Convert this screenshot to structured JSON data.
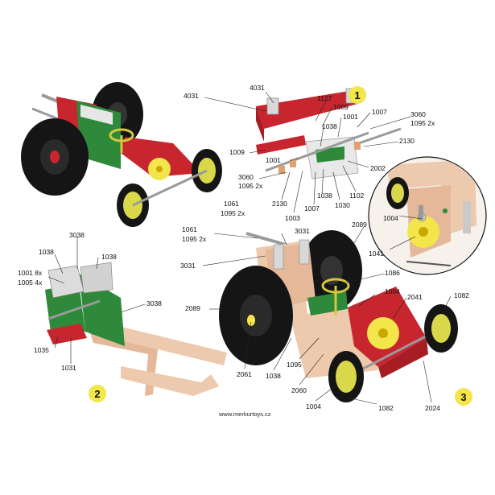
{
  "website": "www.merkurtoys.cz",
  "steps": [
    {
      "number": "1",
      "labels": [
        "4031",
        "4031",
        "1127",
        "1009",
        "1007",
        "1001",
        "1038",
        "3060",
        "1095 2x",
        "2130",
        "1009",
        "1001",
        "2002",
        "3060",
        "1095 2x",
        "1038",
        "1030",
        "1102",
        "2130",
        "1007",
        "1003",
        "1004",
        "1041"
      ]
    },
    {
      "number": "2",
      "labels": [
        "1038",
        "3038",
        "1038",
        "1001 8x",
        "1005 4x",
        "3038",
        "1035",
        "1031"
      ]
    },
    {
      "number": "3",
      "labels": [
        "1061",
        "1095 2x",
        "1061",
        "1095 2x",
        "3031",
        "2089",
        "3031",
        "1086",
        "1004",
        "2041",
        "1082",
        "2089",
        "2061",
        "1038",
        "1095",
        "2060",
        "1004",
        "1082",
        "2024"
      ]
    }
  ],
  "colors": {
    "red": "#c8262f",
    "green": "#2e8a3a",
    "yellow": "#f2e64a",
    "wheel": "#151515",
    "beige": "#edc9ad",
    "silver": "#c9c9c9"
  }
}
